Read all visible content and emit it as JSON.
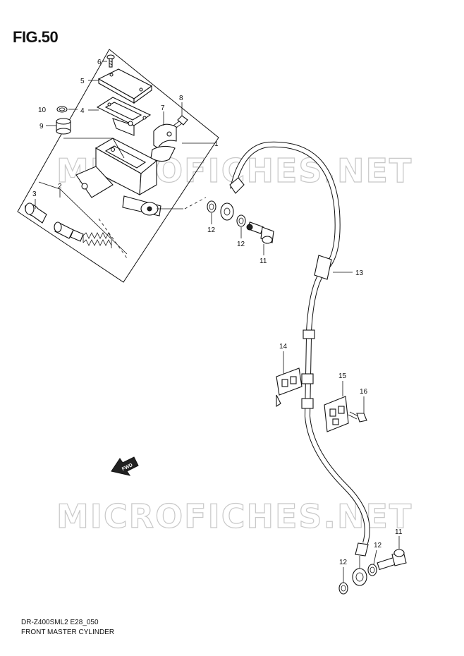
{
  "figure": {
    "title": "FIG.50",
    "watermark": "MICROFICHES.NET",
    "fwd_label": "FWD"
  },
  "callouts": [
    "1",
    "2",
    "3",
    "4",
    "5",
    "6",
    "7",
    "8",
    "9",
    "10",
    "11",
    "12",
    "13",
    "14",
    "15",
    "16"
  ],
  "callout_extra": {
    "eleven_b": "11",
    "twelve_b": "12",
    "twelve_c": "12",
    "twelve_d": "12"
  },
  "footer": {
    "model_code": "DR-Z400SML2 E28_050",
    "caption": "FRONT MASTER CYLINDER"
  }
}
